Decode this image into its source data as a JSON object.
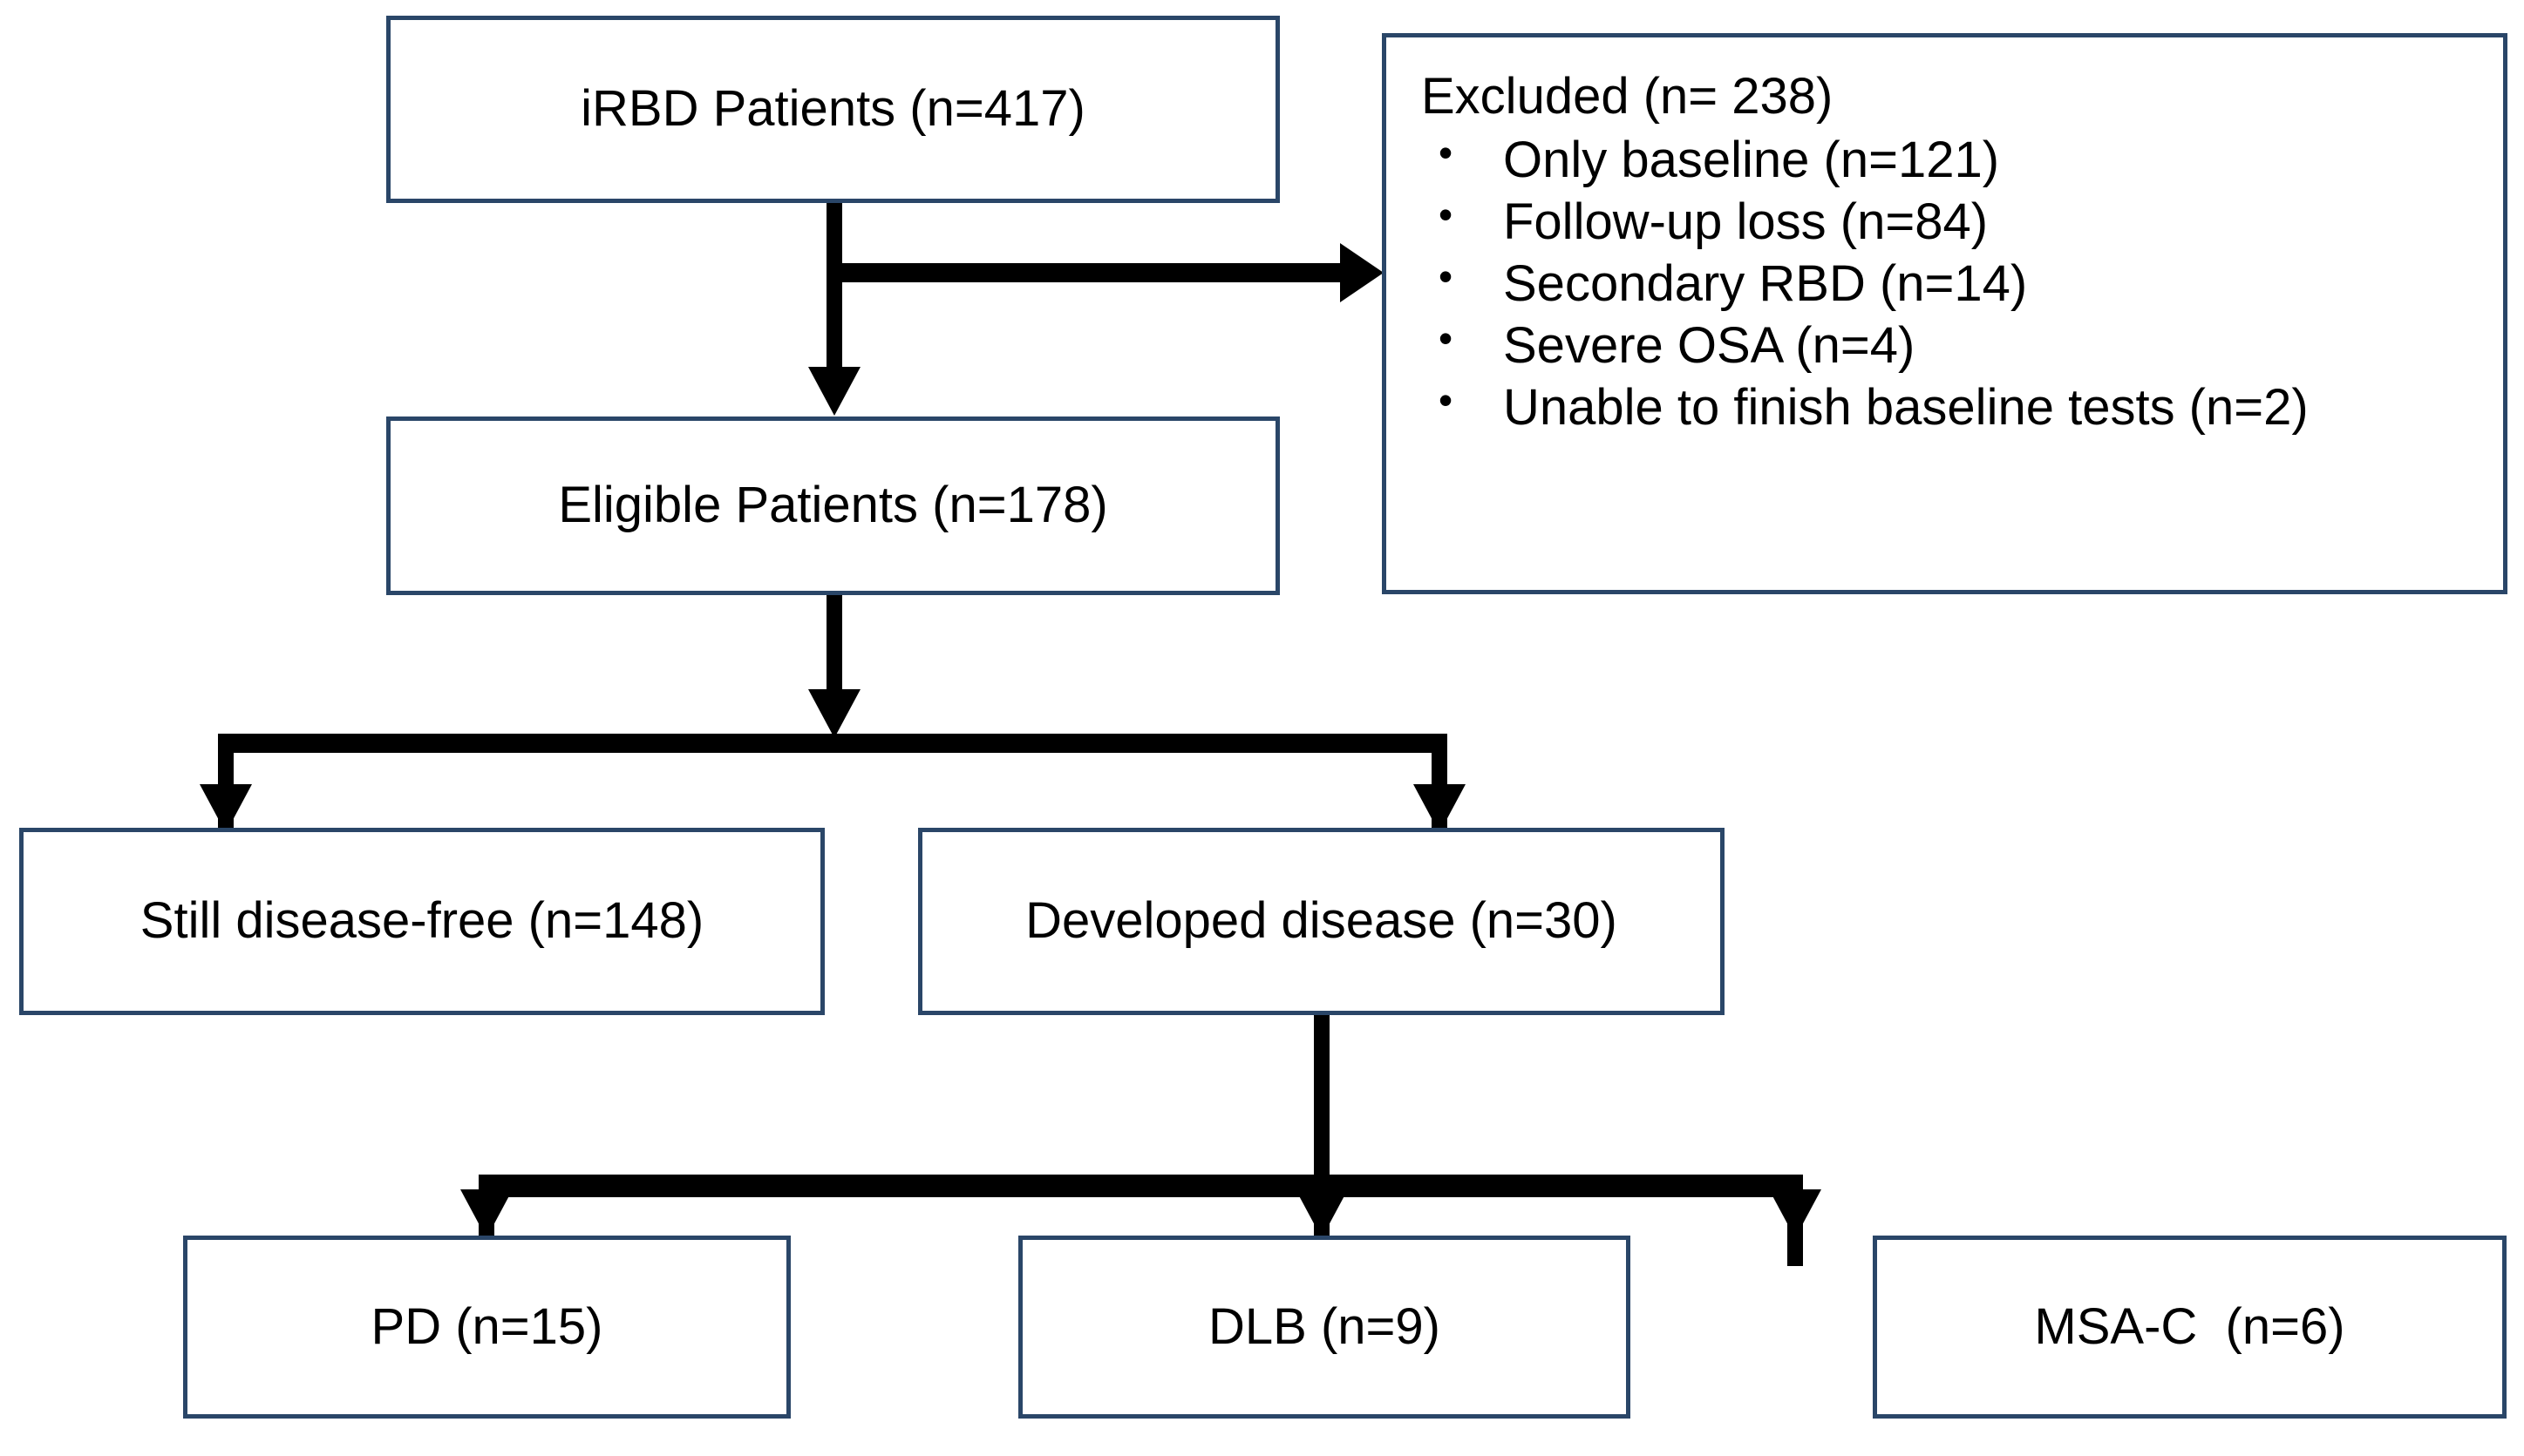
{
  "diagram": {
    "title": "iRBD patient study flow diagram",
    "colors": {
      "box_border": "#2a4668",
      "connector": "#000000",
      "background": "#ffffff",
      "text": "#000000"
    },
    "nodes": {
      "irbd": {
        "label": "iRBD Patients (n=417)"
      },
      "eligible": {
        "label": "Eligible Patients (n=178)"
      },
      "free": {
        "label": "Still disease-free (n=148)"
      },
      "developed": {
        "label": "Developed disease (n=30)"
      },
      "pd": {
        "label": "PD (n=15)"
      },
      "dlb": {
        "label": "DLB (n=9)"
      },
      "msac": {
        "label": "MSA-C  (n=6)"
      }
    },
    "excluded": {
      "heading": "Excluded (n= 238)",
      "items": [
        "Only baseline (n=121)",
        "Follow-up loss (n=84)",
        "Secondary RBD (n=14)",
        "Severe OSA (n=4)",
        "Unable to finish baseline tests (n=2)"
      ]
    }
  },
  "chart_data": {
    "type": "diagram",
    "title": "iRBD patient study flow diagram",
    "nodes": [
      {
        "id": "irbd",
        "label": "iRBD Patients (n=417)",
        "n": 417,
        "level": 0
      },
      {
        "id": "excluded",
        "label": "Excluded (n= 238)",
        "n": 238,
        "level": 0
      },
      {
        "id": "eligible",
        "label": "Eligible Patients (n=178)",
        "n": 178,
        "level": 1
      },
      {
        "id": "free",
        "label": "Still disease-free (n=148)",
        "n": 148,
        "level": 2
      },
      {
        "id": "developed",
        "label": "Developed disease (n=30)",
        "n": 30,
        "level": 2
      },
      {
        "id": "pd",
        "label": "PD (n=15)",
        "n": 15,
        "level": 3
      },
      {
        "id": "dlb",
        "label": "DLB (n=9)",
        "n": 9,
        "level": 3
      },
      {
        "id": "msac",
        "label": "MSA-C  (n=6)",
        "n": 6,
        "level": 3
      }
    ],
    "excluded_breakdown": [
      {
        "reason": "Only baseline",
        "n": 121
      },
      {
        "reason": "Follow-up loss",
        "n": 84
      },
      {
        "reason": "Secondary RBD",
        "n": 14
      },
      {
        "reason": "Severe OSA",
        "n": 4
      },
      {
        "reason": "Unable to finish baseline tests",
        "n": 2
      }
    ],
    "edges": [
      {
        "from": "irbd",
        "to": "excluded",
        "direction": "right"
      },
      {
        "from": "irbd",
        "to": "eligible",
        "direction": "down"
      },
      {
        "from": "eligible",
        "to": "free",
        "direction": "down"
      },
      {
        "from": "eligible",
        "to": "developed",
        "direction": "down"
      },
      {
        "from": "developed",
        "to": "pd",
        "direction": "down"
      },
      {
        "from": "developed",
        "to": "dlb",
        "direction": "down"
      },
      {
        "from": "developed",
        "to": "msac",
        "direction": "down"
      }
    ]
  }
}
